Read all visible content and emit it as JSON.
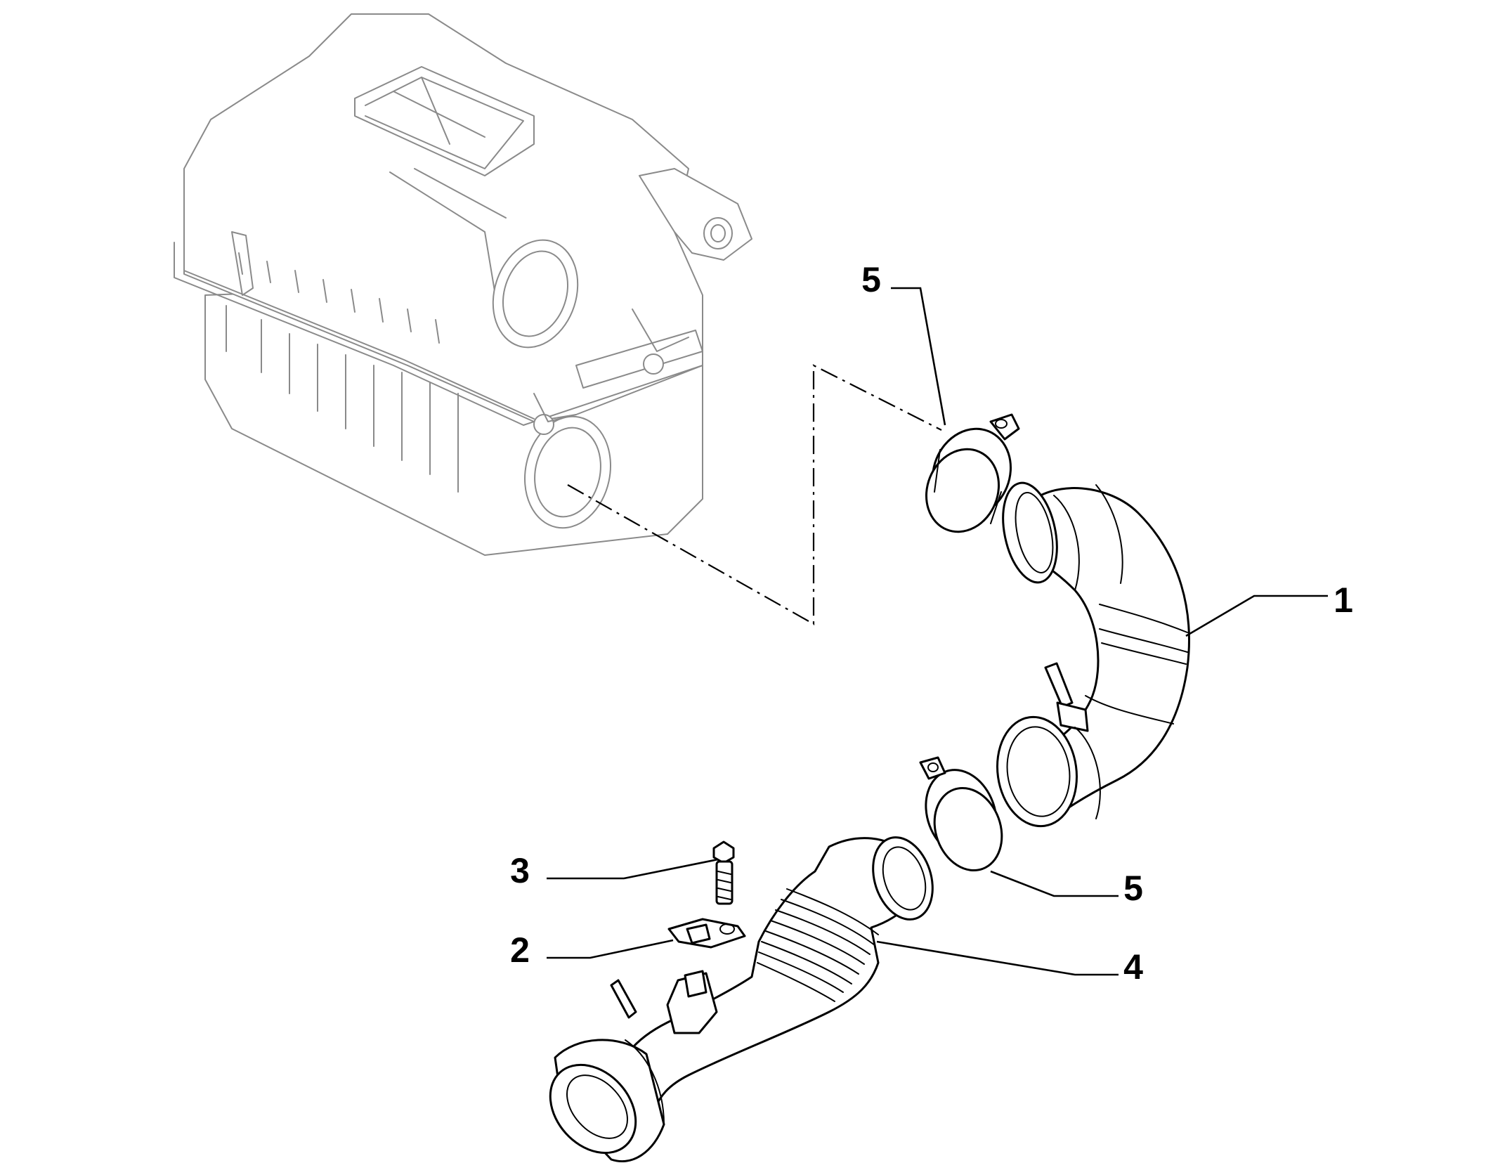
{
  "diagram": {
    "callouts": [
      {
        "id": "callout-1",
        "label": "1"
      },
      {
        "id": "callout-5-top",
        "label": "5"
      },
      {
        "id": "callout-5-bottom",
        "label": "5"
      },
      {
        "id": "callout-4",
        "label": "4"
      },
      {
        "id": "callout-3",
        "label": "3"
      },
      {
        "id": "callout-2",
        "label": "2"
      }
    ],
    "colors": {
      "ink": "#000000",
      "ghost": "#8a8a8a",
      "background": "#ffffff"
    }
  }
}
